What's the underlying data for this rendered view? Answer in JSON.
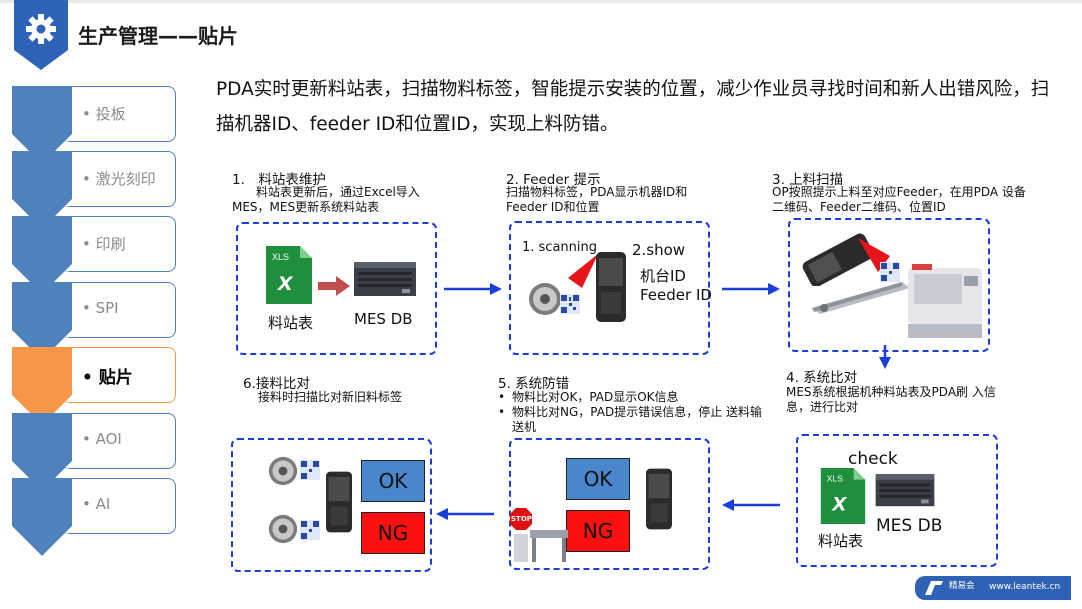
{
  "header": {
    "title": "生产管理——贴片",
    "icon": "gear-icon",
    "accent": "#2e63b8"
  },
  "sidebar": {
    "items": [
      {
        "label": "• 投板",
        "active": false
      },
      {
        "label": "• 激光刻印",
        "active": false
      },
      {
        "label": "• 印刷",
        "active": false
      },
      {
        "label": "• SPI",
        "active": false
      },
      {
        "label": "• 贴片",
        "active": true
      },
      {
        "label": "• AOI",
        "active": false
      },
      {
        "label": "• AI",
        "active": false
      }
    ],
    "colors": {
      "chevron": "#4f81bd",
      "active": "#f79646"
    }
  },
  "intro": {
    "text": "PDA实时更新料站表，扫描物料标签，智能提示安装的位置，减少作业员寻找时间和新人出错风险，扫描机器ID、feeder ID和位置ID，实现上料防错。"
  },
  "steps": {
    "s1": {
      "title": "1.　料站表维护",
      "desc": "料站表更新后，通过Excel导入 MES，MES更新系统料站表",
      "excel_label": "料站表",
      "db_label": "MES DB"
    },
    "s2": {
      "title": "2. Feeder 提示",
      "desc": "扫描物料标签，PDA显示机器ID和 Feeder ID和位置",
      "scan_label": "1. scanning",
      "show_label": "2.show",
      "machine_label": "机台ID",
      "feeder_label": "Feeder ID"
    },
    "s3": {
      "title": "3. 上料扫描",
      "desc": "OP按照提示上料至对应Feeder，在用PDA 设备二维码、Feeder二维码、位置ID"
    },
    "s4": {
      "title": "4. 系统比对",
      "desc": "MES系统根据机种料站表及PDA刷 入信息，进行比对",
      "check_label": "check",
      "excel_label": "料站表",
      "db_label": "MES DB"
    },
    "s5": {
      "title": "5. 系统防错",
      "bullets": [
        "物料比对OK，PAD显示OK信息",
        "物料比对NG，PAD提示错误信息，停止 送料输送机"
      ],
      "ok_label": "OK",
      "ng_label": "NG",
      "stop_label": "STOP"
    },
    "s6": {
      "title": "6.接料比对",
      "desc": "接料时扫描比对新旧料标签",
      "ok_label": "OK",
      "ng_label": "NG"
    }
  },
  "footer": {
    "brand": "精易会",
    "url": "www.leantek.cn"
  }
}
